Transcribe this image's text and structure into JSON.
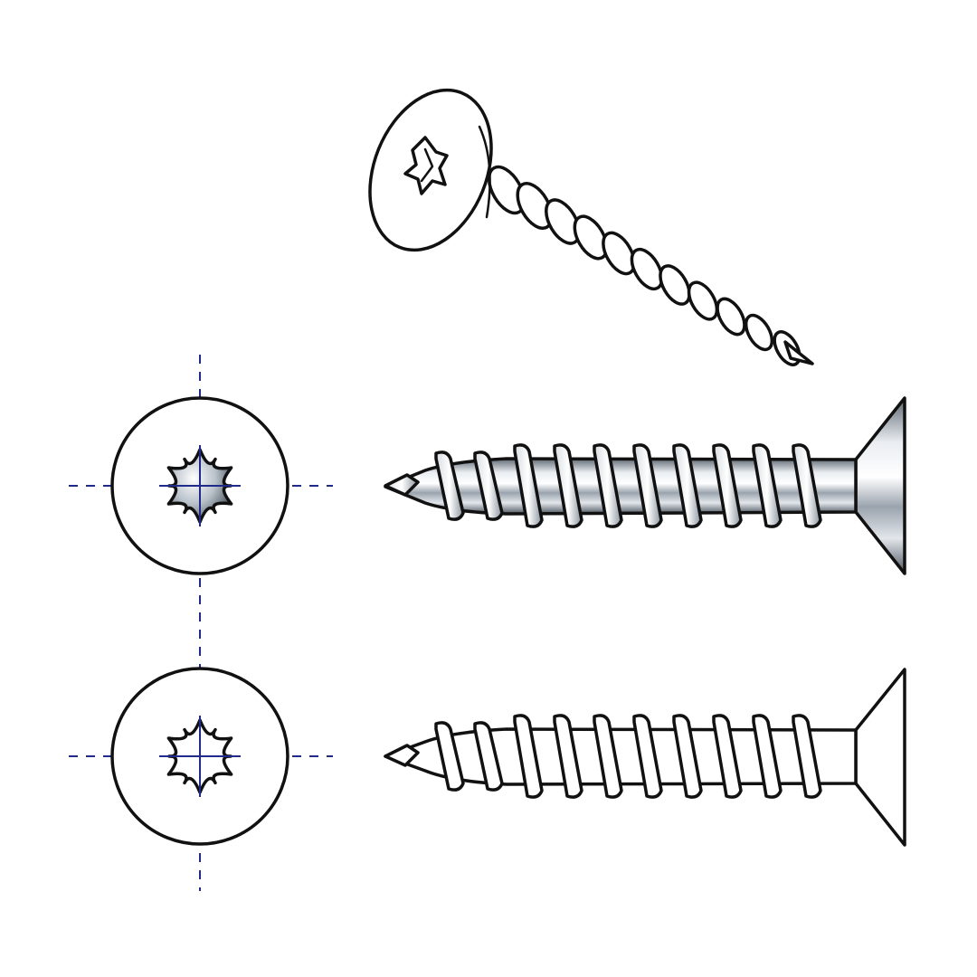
{
  "drawing": {
    "colors": {
      "outline": "#111111",
      "centerline": "#1f2a8a",
      "metal_light": "#f2f4f6",
      "metal_dark": "#5d6670",
      "background": "#ffffff"
    },
    "views": [
      {
        "name": "isometric-view",
        "recess": "torx"
      },
      {
        "name": "shaded-top-view",
        "recess": "torx",
        "shading": "metallic"
      },
      {
        "name": "shaded-side-view",
        "head": "countersunk",
        "shading": "metallic"
      },
      {
        "name": "line-top-view",
        "recess": "torx",
        "shading": "none"
      },
      {
        "name": "line-side-view",
        "head": "countersunk",
        "shading": "none"
      }
    ]
  }
}
